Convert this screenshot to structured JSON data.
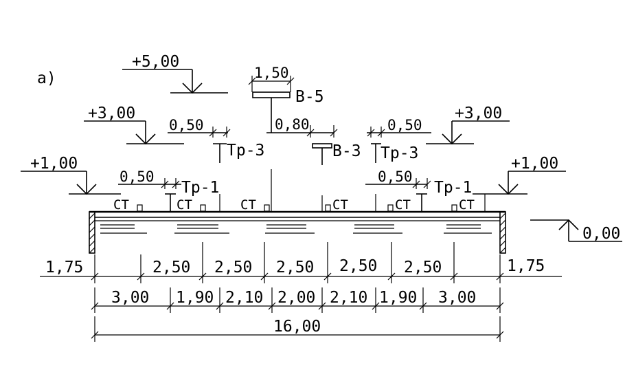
{
  "figure_label": "a)",
  "levels": {
    "top": "+5,00",
    "left_mid": "+3,00",
    "right_mid": "+3,00",
    "left_low": "+1,00",
    "right_low": "+1,00",
    "ground": "0,00"
  },
  "tags": {
    "b5": "B-5",
    "b3": "B-3",
    "tp3_left": "Tp-3",
    "tp3_right": "Tp-3",
    "tp1_left": "Tp-1",
    "tp1_right": "Tp-1",
    "ct": [
      "CT",
      "CT",
      "CT",
      "CT",
      "CT",
      "CT"
    ]
  },
  "small_dims": {
    "b5_width": "1,50",
    "b3_offset": "0,80",
    "tp3_left": "0,50",
    "tp3_right": "0,50",
    "tp1_left": "0,50",
    "tp1_right": "0,50"
  },
  "dim_row1": [
    "1,75",
    "2,50",
    "2,50",
    "2,50",
    "2,50",
    "2,50",
    "1,75"
  ],
  "dim_row2": [
    "3,00",
    "1,90",
    "2,10",
    "2,00",
    "2,10",
    "1,90",
    "3,00"
  ],
  "dim_total": "16,00"
}
